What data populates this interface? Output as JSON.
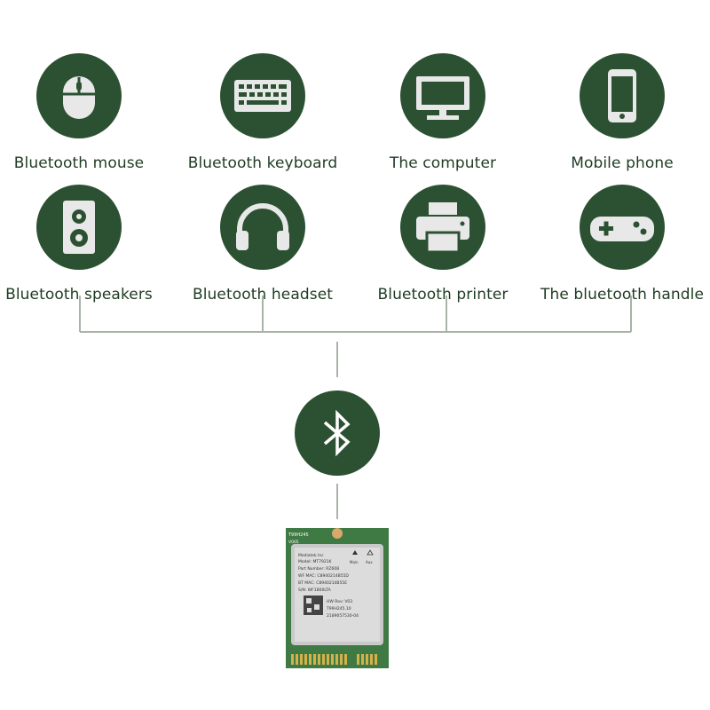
{
  "devices": [
    {
      "label": "Bluetooth mouse",
      "icon": "mouse-icon"
    },
    {
      "label": "Bluetooth keyboard",
      "icon": "keyboard-icon"
    },
    {
      "label": "The computer",
      "icon": "monitor-icon"
    },
    {
      "label": "Mobile phone",
      "icon": "phone-icon"
    },
    {
      "label": "Bluetooth speakers",
      "icon": "speaker-icon"
    },
    {
      "label": "Bluetooth headset",
      "icon": "headset-icon"
    },
    {
      "label": "Bluetooth printer",
      "icon": "printer-icon"
    },
    {
      "label": "The bluetooth handle",
      "icon": "gamepad-icon"
    }
  ],
  "hub": {
    "icon": "bluetooth-icon"
  },
  "card": {
    "model_code": "T99H245",
    "sub_code": "V005",
    "vendor": "Mediatek Inc",
    "model": "Model: MT7921K",
    "part": "Part Number: RZ608",
    "wf_mac": "WF MAC: C8940214B55D",
    "bt_mac": "BT MAC: C8940214B55E",
    "sn": "S/N: WF1B00LTA",
    "main": "Main",
    "aux": "Aux",
    "hw_rev": "HW Rev: V03",
    "code2": "T99H245.10",
    "code3": "2189057530-04"
  },
  "colors": {
    "accent": "#2c5132",
    "line": "#a8b4a8"
  }
}
